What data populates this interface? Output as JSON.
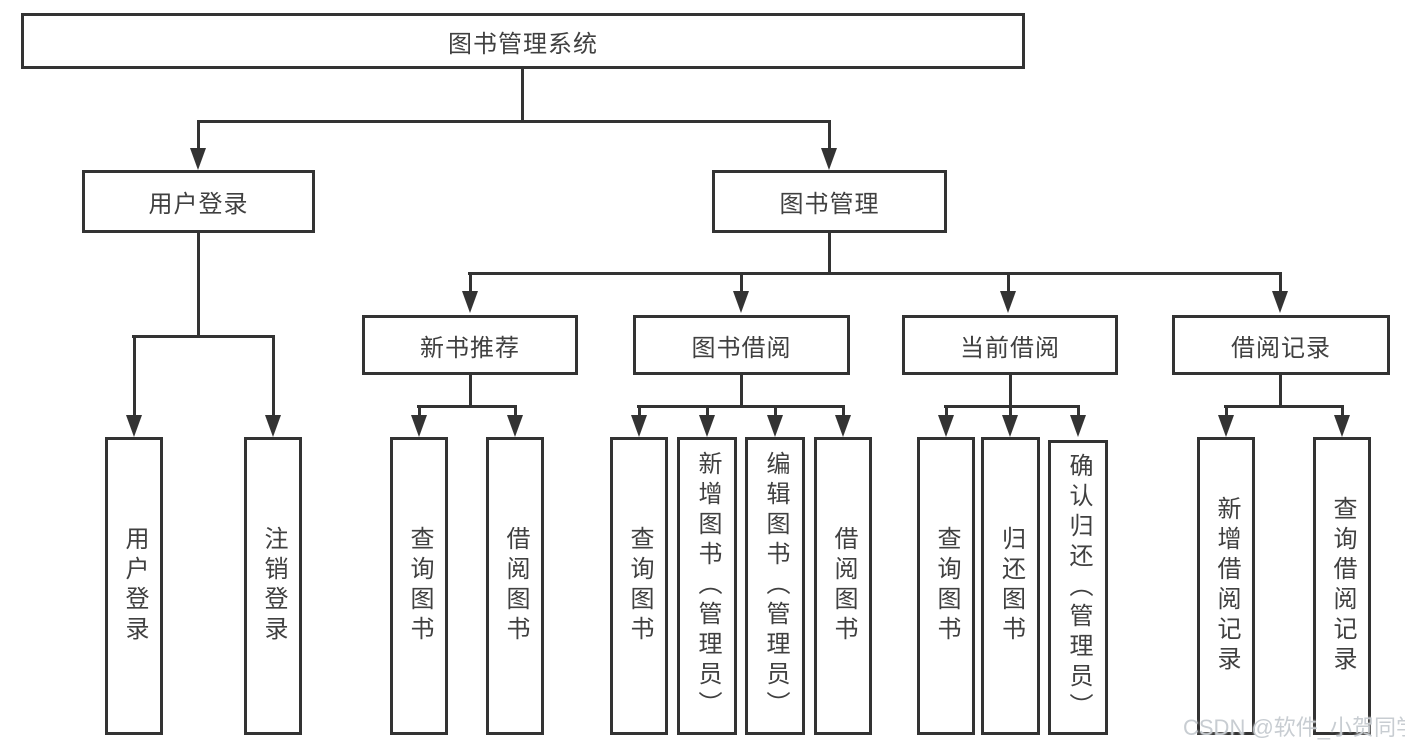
{
  "diagram": {
    "title": "图书管理系统",
    "level2": {
      "user_login": "用户登录",
      "book_mgmt": "图书管理"
    },
    "level3": {
      "new_books": "新书推荐",
      "book_borrow": "图书借阅",
      "current_borrow": "当前借阅",
      "borrow_record": "借阅记录"
    },
    "leaves": {
      "user_login": [
        "用户登录",
        "注销登录"
      ],
      "new_books": [
        "查询图书",
        "借阅图书"
      ],
      "book_borrow": [
        "查询图书",
        "新增图书（管理员）",
        "编辑图书（管理员）",
        "借阅图书"
      ],
      "current_borrow": [
        "查询图书",
        "归还图书",
        "确认归还（管理员）"
      ],
      "borrow_record": [
        "新增借阅记录",
        "查询借阅记录"
      ]
    }
  },
  "watermark": "CSDN @软件_小贺同学",
  "colors": {
    "line": "#333333",
    "text": "#404040",
    "background": "#ffffff",
    "watermark": "#c5cad0"
  }
}
